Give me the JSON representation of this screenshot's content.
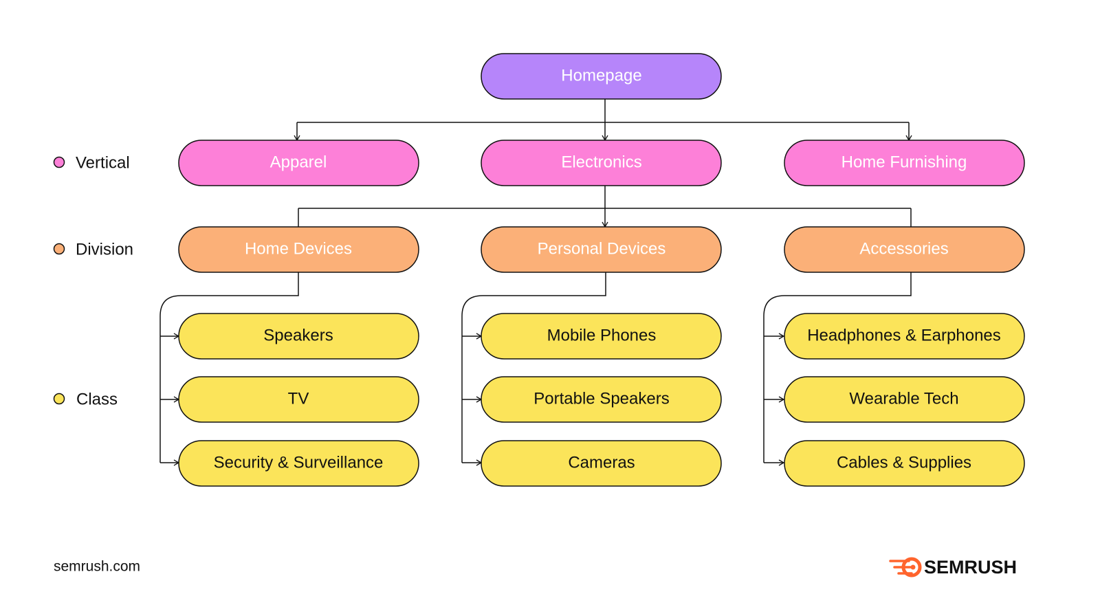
{
  "colors": {
    "root": "#B685FA",
    "vertical": "#FD80D8",
    "division": "#FBB078",
    "class": "#FBE45A",
    "root_text": "#ffffff",
    "vertical_text": "#ffffff",
    "division_text": "#ffffff",
    "class_text": "#111111",
    "outline": "#111111",
    "brand_accent": "#FF642D"
  },
  "legend": [
    {
      "label": "Vertical",
      "color": "#FD80D8"
    },
    {
      "label": "Division",
      "color": "#FBB078"
    },
    {
      "label": "Class",
      "color": "#FBE45A"
    }
  ],
  "root": {
    "label": "Homepage"
  },
  "verticals": [
    {
      "label": "Apparel"
    },
    {
      "label": "Electronics"
    },
    {
      "label": "Home Furnishing"
    }
  ],
  "divisions": [
    {
      "label": "Home Devices",
      "classes": [
        "Speakers",
        "TV",
        "Security & Surveillance"
      ]
    },
    {
      "label": "Personal Devices",
      "classes": [
        "Mobile Phones",
        "Portable Speakers",
        "Cameras"
      ]
    },
    {
      "label": "Accessories",
      "classes": [
        "Headphones & Earphones",
        "Wearable Tech",
        "Cables & Supplies"
      ]
    }
  ],
  "footer": {
    "site": "semrush.com",
    "brand": "SEMRUSH",
    "brand_icon": "semrush-flame-logo-icon"
  }
}
